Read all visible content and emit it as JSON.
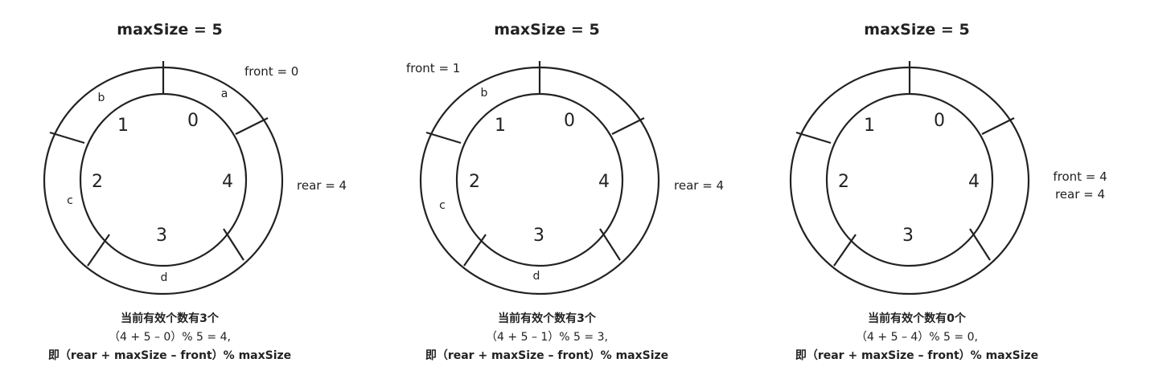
{
  "panels": [
    {
      "title": "maxSize = 5",
      "indices": [
        "0",
        "1",
        "2",
        "3",
        "4"
      ],
      "elements": [
        "a",
        "b",
        "c",
        "d",
        ""
      ],
      "front_label": "front = 0",
      "rear_label": "rear = 4",
      "caption": [
        "当前有效个数有3个",
        "（4 + 5 – 0）% 5 = 4,",
        "即（rear + maxSize – front）% maxSize"
      ]
    },
    {
      "title": "maxSize = 5",
      "indices": [
        "0",
        "1",
        "2",
        "3",
        "4"
      ],
      "elements": [
        "",
        "b",
        "c",
        "d",
        ""
      ],
      "front_label": "front = 1",
      "rear_label": "rear = 4",
      "caption": [
        "当前有效个数有3个",
        "（4 + 5 – 1）% 5 = 3,",
        "即（rear + maxSize – front）% maxSize"
      ]
    },
    {
      "title": "maxSize = 5",
      "indices": [
        "0",
        "1",
        "2",
        "3",
        "4"
      ],
      "elements": [
        "",
        "",
        "",
        "",
        ""
      ],
      "front_label": "front = 4",
      "rear_label": "rear = 4",
      "caption": [
        "当前有效个数有0个",
        "（4 + 5 – 4）% 5 = 0,",
        "即（rear + maxSize – front）% maxSize"
      ]
    }
  ]
}
